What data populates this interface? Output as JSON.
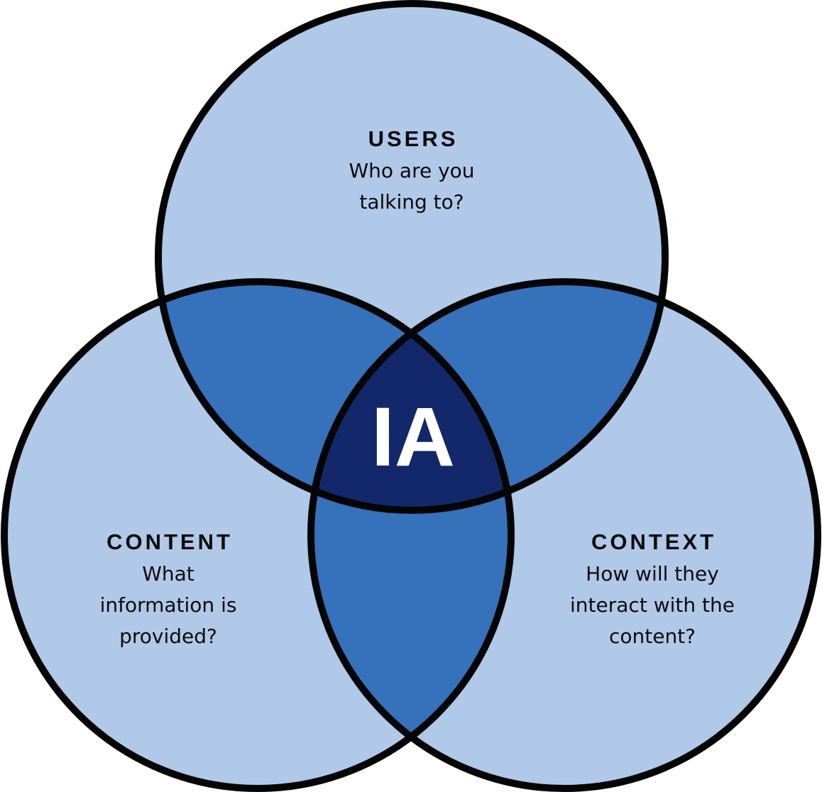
{
  "colors": {
    "single": "#b0c9e9",
    "pair": "#3671bb",
    "center": "#12286a",
    "outline": "#050505"
  },
  "circles": {
    "users": {
      "title": "USERS",
      "lines": [
        "Who are you",
        "talking to?"
      ]
    },
    "content": {
      "title": "CONTENT",
      "lines": [
        "What",
        "information is",
        "provided?"
      ]
    },
    "context": {
      "title": "CONTEXT",
      "lines": [
        "How will they",
        "interact with the",
        "content?"
      ]
    }
  },
  "center": {
    "label": "IA"
  }
}
